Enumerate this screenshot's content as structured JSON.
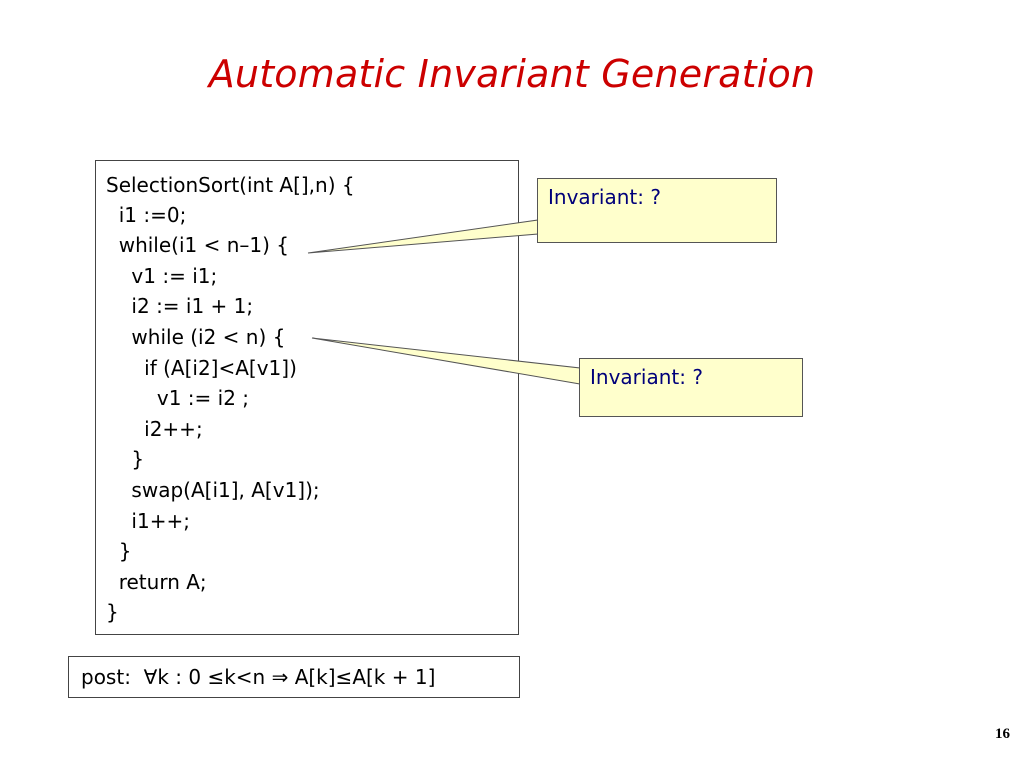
{
  "slide": {
    "title": "Automatic Invariant Generation",
    "page_number": "16"
  },
  "code": {
    "lines": [
      "SelectionSort(int A[],n) {",
      "  i1 :=0;",
      "  while(i1 < n–1) {",
      "    v1 := i1;",
      "    i2 := i1 + 1;",
      "    while (i2 < n) {",
      "      if (A[i2]<A[v1])",
      "        v1 := i2 ;",
      "      i2++;",
      "    }",
      "    swap(A[i1], A[v1]);",
      "    i1++;",
      "  }",
      "  return A;",
      "}"
    ]
  },
  "callouts": [
    {
      "text": "Invariant: ?"
    },
    {
      "text": "Invariant: ?"
    }
  ],
  "postcondition": {
    "text": "post:  ∀k : 0 ≤k<n ⇒ A[k]≤A[k + 1]"
  },
  "colors": {
    "title": "#cc0000",
    "callout_fill": "#ffffcc",
    "callout_text": "#00007a"
  }
}
